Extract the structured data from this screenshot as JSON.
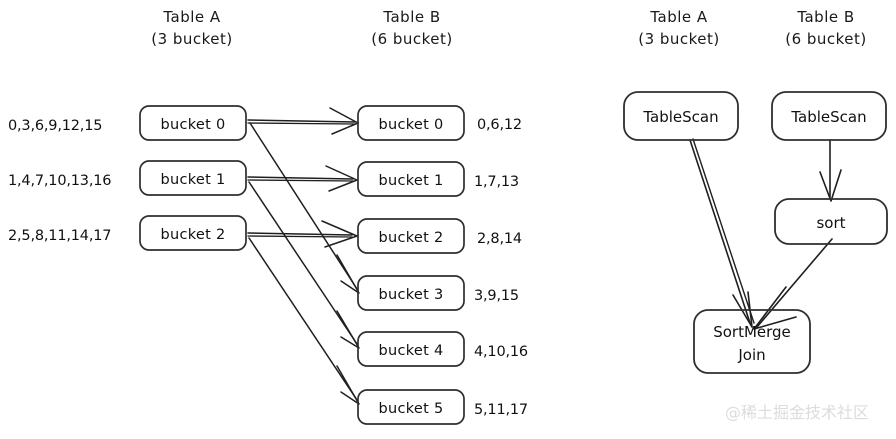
{
  "background": "#ffffff",
  "ink": "#1f1f1f",
  "watermark": {
    "text": "@稀土掘金技术社区",
    "color": "#dcdcdc"
  },
  "palette": {
    "pink_fill": "#fdf0f2",
    "pink_hatch": "#f3b9c4",
    "pink_stroke": "#3a3a3a",
    "green_fill": "#eff8ef",
    "green_hatch": "#b4debb",
    "green_stroke": "#3a3a3a",
    "blue_fill": "#eef5fc",
    "blue_hatch": "#aaccef",
    "blue_stroke": "#3a3a3a",
    "plain_fill": "#ffffff",
    "plain_stroke": "#1f1f1f"
  },
  "left_panel": {
    "table_a": {
      "title_line1": "Table A",
      "title_line2": "(3 bucket)",
      "buckets": [
        {
          "label": "bucket 0",
          "values": "0,3,6,9,12,15",
          "color": "pink"
        },
        {
          "label": "bucket 1",
          "values": "1,4,7,10,13,16",
          "color": "green"
        },
        {
          "label": "bucket 2",
          "values": "2,5,8,11,14,17",
          "color": "blue"
        }
      ]
    },
    "table_b": {
      "title_line1": "Table B",
      "title_line2": "(6 bucket)",
      "buckets": [
        {
          "label": "bucket 0",
          "values": "0,6,12",
          "color": "pink"
        },
        {
          "label": "bucket 1",
          "values": "1,7,13",
          "color": "green"
        },
        {
          "label": "bucket 2",
          "values": "2,8,14",
          "color": "blue"
        },
        {
          "label": "bucket 3",
          "values": "3,9,15",
          "color": "pink"
        },
        {
          "label": "bucket 4",
          "values": "4,10,16",
          "color": "green"
        },
        {
          "label": "bucket 5",
          "values": "5,11,17",
          "color": "blue"
        }
      ]
    },
    "mappings": [
      {
        "from": 0,
        "to": 0
      },
      {
        "from": 0,
        "to": 3
      },
      {
        "from": 1,
        "to": 1
      },
      {
        "from": 1,
        "to": 4
      },
      {
        "from": 2,
        "to": 2
      },
      {
        "from": 2,
        "to": 5
      }
    ]
  },
  "right_panel": {
    "table_a": {
      "title_line1": "Table A",
      "title_line2": "(3 bucket)"
    },
    "table_b": {
      "title_line1": "Table B",
      "title_line2": "(6 bucket)"
    },
    "nodes": {
      "scan_a": "TableScan",
      "scan_b": "TableScan",
      "sort": "sort",
      "join_line1": "SortMerge",
      "join_line2": "Join"
    }
  }
}
